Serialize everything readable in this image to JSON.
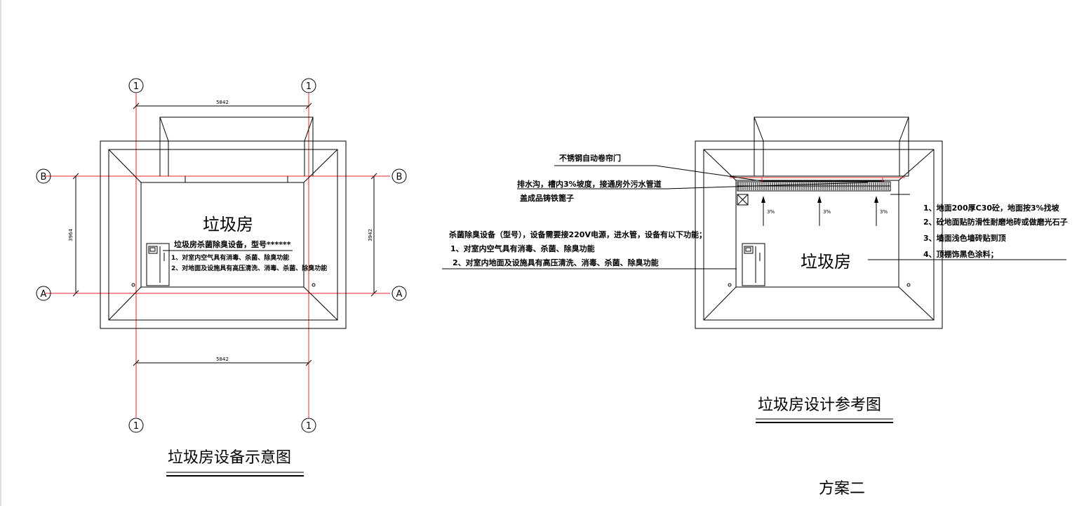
{
  "left_plan": {
    "title": "垃圾房设备示意图",
    "room_label": "垃圾房",
    "equipment_title": "垃圾房杀菌除臭设备，型号******",
    "notes": [
      "1、对室内空气具有消毒、杀菌、除臭功能",
      "2、对地面及设施具有高压清洗、消毒、杀菌、除臭功能"
    ],
    "dimensions": {
      "top": "5842",
      "bottom": "5842",
      "left": "3964",
      "right": "3942"
    },
    "axes": {
      "col": "1",
      "row_b": "B",
      "row_a": "A"
    }
  },
  "right_plan": {
    "title": "垃圾房设计参考图",
    "scheme": "方案二",
    "room_label": "垃圾房",
    "door_label": "不锈钢自动卷帘门",
    "drain_label_1": "排水沟，槽内3%坡度，接通房外污水管道",
    "drain_label_2": "盖成品铸铁篦子",
    "slope": "3%",
    "equipment_notes": [
      "杀菌除臭设备（型号），设备需要接220V电源，进水管，设备有以下功能；",
      "1、对室内空气具有消毒、杀菌、除臭功能",
      "2、对室内地面及设施具有高压清洗、消毒、杀菌、除臭功能"
    ],
    "spec_notes": [
      "1、地面200厚C30砼，地面按3%找坡",
      "2、砼地面贴防滑性耐磨地砖或做磨光石子",
      "3、墙面浅色墙砖贴到顶",
      "4、顶棚饰黑色涂料；"
    ]
  },
  "colors": {
    "grid_line": "#e8262b",
    "ink": "#000000"
  }
}
